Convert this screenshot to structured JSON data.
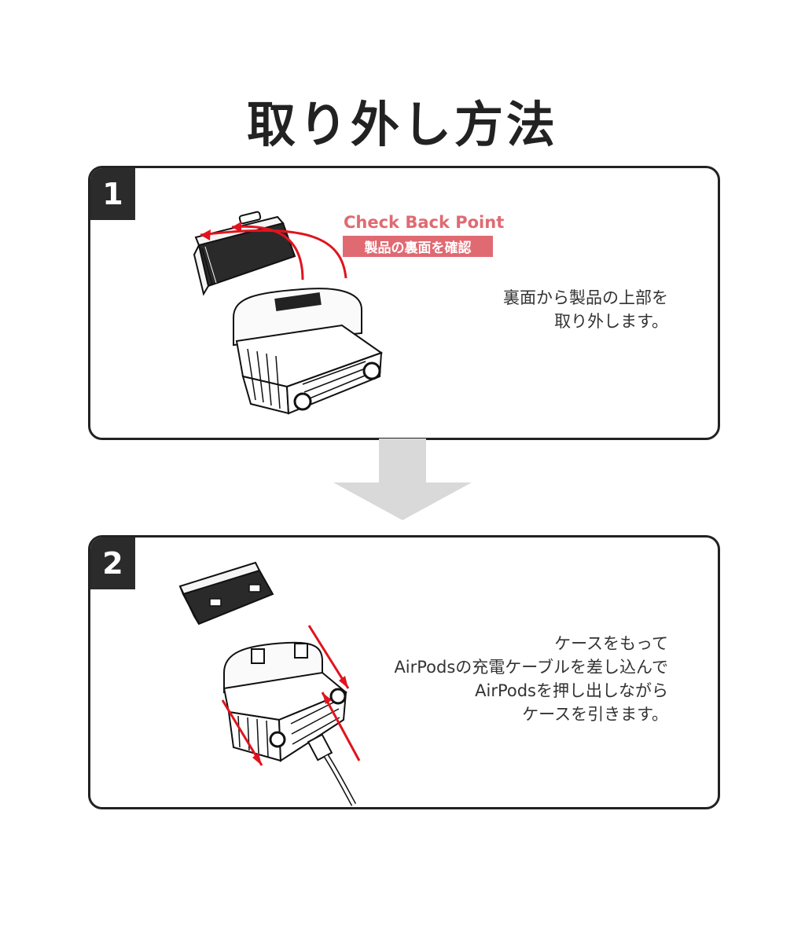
{
  "title": "取り外し方法",
  "steps": [
    {
      "number": "1",
      "check_title": "Check Back Point",
      "check_sub": "製品の裏面を確認",
      "lines": [
        "裏面から製品の上部を",
        "取り外します。"
      ]
    },
    {
      "number": "2",
      "lines": [
        "ケースをもって",
        "AirPodsの充電ケーブルを差し込んで",
        "AirPodsを押し出しながら",
        "ケースを引きます。"
      ]
    }
  ],
  "colors": {
    "accent": "#e06a72",
    "arrow": "#d9d9d9",
    "dark": "#2b2b2b",
    "red_arrow": "#e0141e"
  },
  "icons": [
    "suitcase-case-icon",
    "suitcase-lid-icon",
    "usb-cable-icon",
    "down-arrow-icon"
  ]
}
